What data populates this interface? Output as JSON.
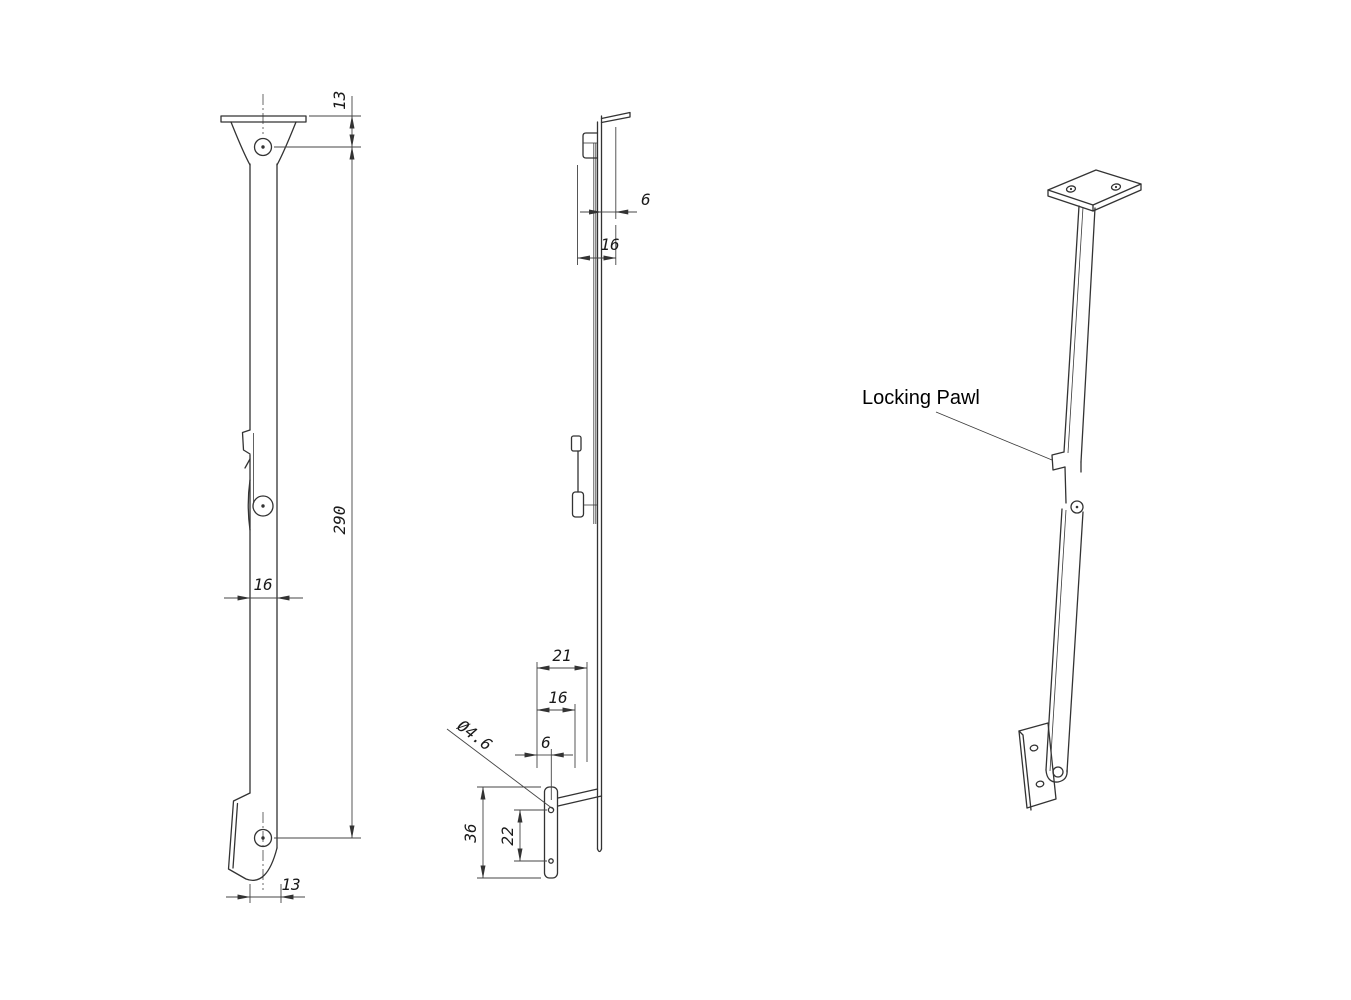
{
  "canvas": {
    "background": "#ffffff",
    "line_color": "#333333"
  },
  "front_view": {
    "dim_top_offset": "13",
    "dim_overall_height": "290",
    "dim_arm_width": "16",
    "dim_foot_offset": "13"
  },
  "side_view": {
    "dim_hook_offset": "6",
    "dim_hook_depth": "16",
    "dim_foot_depth": "21",
    "dim_plate_width": "16",
    "dim_hole_offset": "6",
    "dim_hole_diameter": "Ø4.6",
    "dim_plate_height": "36",
    "dim_hole_spacing": "22"
  },
  "iso_view": {
    "label": "Locking Pawl"
  }
}
